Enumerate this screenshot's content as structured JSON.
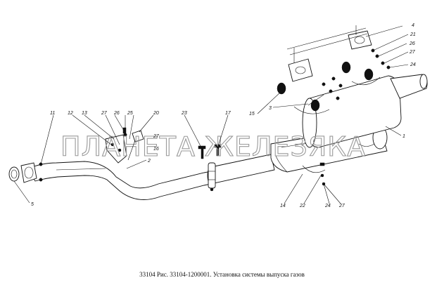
{
  "caption": "33104 Рис. 33104-1200001. Установка системы выпуска газов",
  "watermark": "ПЛАНЕТА ЖЕЛЕЗЯКА",
  "callouts": [
    {
      "id": "c1",
      "text": "1"
    },
    {
      "id": "c2",
      "text": "2"
    },
    {
      "id": "c3",
      "text": "3"
    },
    {
      "id": "c4",
      "text": "4"
    },
    {
      "id": "c5",
      "text": "5"
    },
    {
      "id": "c11",
      "text": "11"
    },
    {
      "id": "c12",
      "text": "12"
    },
    {
      "id": "c13",
      "text": "13"
    },
    {
      "id": "c14",
      "text": "14"
    },
    {
      "id": "c15",
      "text": "15"
    },
    {
      "id": "c16",
      "text": "16"
    },
    {
      "id": "c17",
      "text": "17"
    },
    {
      "id": "c20",
      "text": "20"
    },
    {
      "id": "c21",
      "text": "21"
    },
    {
      "id": "c22",
      "text": "22"
    },
    {
      "id": "c23",
      "text": "23"
    },
    {
      "id": "c24a",
      "text": "24"
    },
    {
      "id": "c24b",
      "text": "24"
    },
    {
      "id": "c25",
      "text": "25"
    },
    {
      "id": "c26a",
      "text": "26"
    },
    {
      "id": "c26b",
      "text": "26"
    },
    {
      "id": "c27a",
      "text": "27"
    },
    {
      "id": "c27b",
      "text": "27"
    },
    {
      "id": "c27c",
      "text": "27"
    },
    {
      "id": "c27d",
      "text": "27"
    }
  ]
}
